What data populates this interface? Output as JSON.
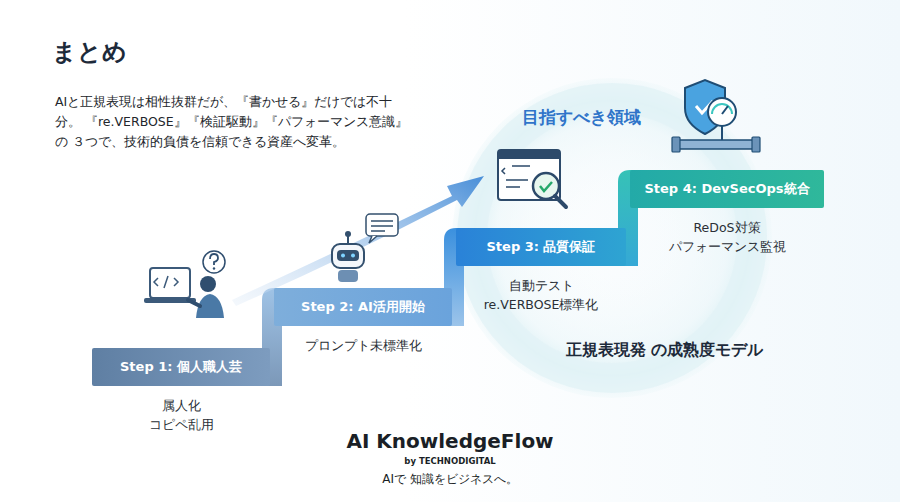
{
  "diagram": {
    "title": "まとめ",
    "nodes": [
      {
        "text": [
          "Step 1: 個人職人芸",
          "属人化 コピペ乱用"
        ]
      },
      {
        "text": [
          "Step 2: AI活用開始",
          "プロンプト未標準化"
        ]
      },
      {
        "text": [
          "Step 3: 品質保証",
          "自動テスト re.VERBOSE標準化"
        ]
      },
      {
        "text": [
          "Step 4: DevSecOps統合",
          "ReDoS対策 パフォーマンス監視"
        ]
      }
    ],
    "labels": [
      "AIと正規表現は相性抜群だが、『書かせる』だけでは不十分。 『re.VERBOSE』『検証駆動』『パフォーマンス意識』の ３つで、技術的負債を信頼できる資産へ変革。",
      "目指すべき領域",
      "正規表現発 の成熟度モデル",
      "AI KnowledgeFlow",
      "by TECHNODIGITAL",
      "AIで 知識をビジネスへ。"
    ]
  }
}
